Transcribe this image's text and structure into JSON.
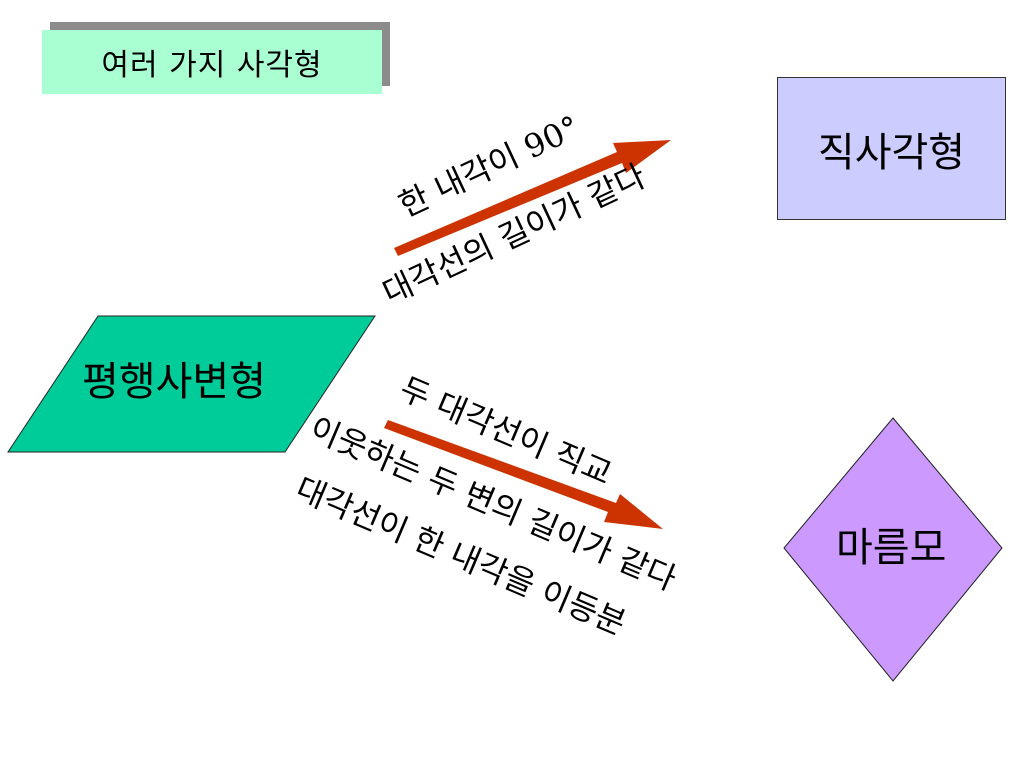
{
  "title": "여러 가지 사각형",
  "parallelogram": {
    "label": "평행사변형",
    "fill": "#00cc99"
  },
  "rectangle": {
    "label": "직사각형",
    "fill": "#ccccff"
  },
  "rhombus": {
    "label": "마름모",
    "fill": "#cc99ff"
  },
  "arrow_color": "#cc3300",
  "conditions_to_rectangle": [
    "한 내각이 90°",
    "대각선의 길이가 같다"
  ],
  "conditions_to_rhombus": [
    "두 대각선이 직교",
    "이웃하는 두 변의 길이가 같다",
    "대각선이 한 내각을 이등분"
  ]
}
